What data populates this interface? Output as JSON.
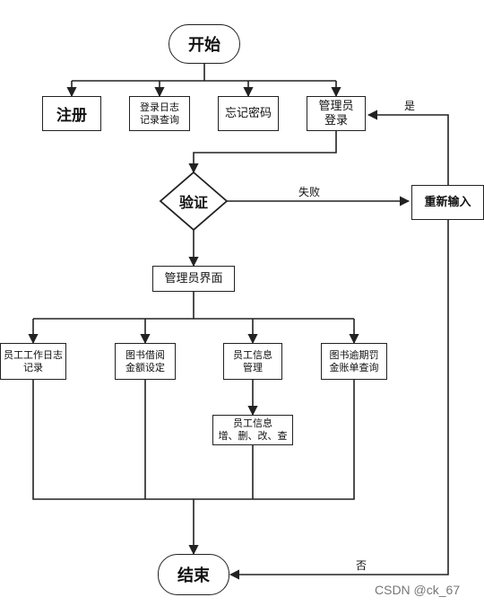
{
  "nodes": {
    "start": "开始",
    "register": "注册",
    "login_log_query": "登录日志\n记录查询",
    "forgot_password": "忘记密码",
    "admin_login": "管理员\n登录",
    "verify": "验证",
    "reenter": "重新输入",
    "admin_ui": "管理员界面",
    "staff_worklog": "员工工作日志\n记录",
    "borrow_amount": "图书借阅\n金额设定",
    "staff_info_mgmt": "员工信息\n管理",
    "overdue_fine": "图书逾期罚\n金账单查询",
    "staff_info_crud": "员工信息\n增、删、改、查",
    "end": "结束"
  },
  "edge_labels": {
    "fail": "失败",
    "yes": "是",
    "no": "否"
  },
  "watermark": "CSDN @ck_67"
}
